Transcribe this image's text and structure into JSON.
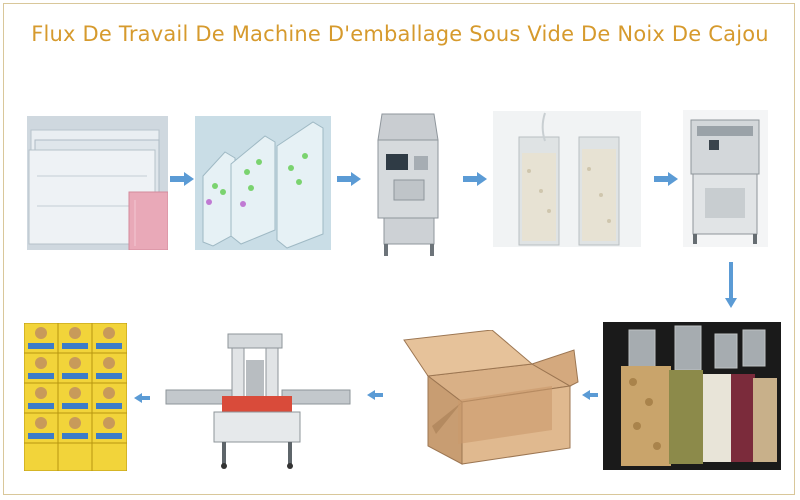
{
  "title": "Flux De Travail De Machine D'emballage Sous Vide De Noix De Cajou",
  "colors": {
    "title": "#d69a2d",
    "arrow": "#5b9bd5",
    "frame": "#d9c79a"
  },
  "steps": [
    {
      "id": "empty-bags",
      "icon": "plastic-bags-image"
    },
    {
      "id": "shaped-pouches",
      "icon": "transparent-pouches-image"
    },
    {
      "id": "weighing-filler",
      "icon": "weighing-filling-machine-image"
    },
    {
      "id": "filled-bags",
      "icon": "filled-bags-image"
    },
    {
      "id": "vacuum-sealer",
      "icon": "vacuum-sealing-machine-image"
    },
    {
      "id": "vacuum-packs",
      "icon": "vacuum-sealed-packs-image"
    },
    {
      "id": "carton-box",
      "icon": "carton-box-image"
    },
    {
      "id": "carton-sealer",
      "icon": "carton-sealing-machine-image"
    },
    {
      "id": "stacked-cartons",
      "icon": "stacked-cartons-image"
    }
  ]
}
